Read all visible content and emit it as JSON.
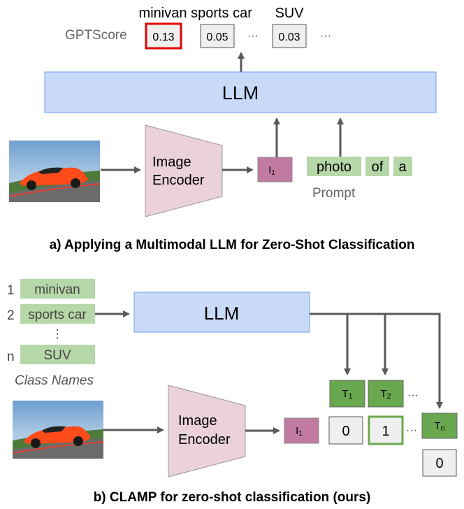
{
  "panel_a": {
    "score_label": "GPTScore",
    "class_labels": [
      "minivan",
      "sports car",
      "SUV"
    ],
    "scores": [
      "0.13",
      "0.05",
      "0.03"
    ],
    "ellipsis": "···",
    "llm_label": "LLM",
    "encoder_line1": "Image",
    "encoder_line2": "Encoder",
    "token_label": "I",
    "token_sub": "1",
    "prompt_words": [
      "photo",
      "of",
      "a"
    ],
    "prompt_label": "Prompt",
    "caption": "a) Applying a Multimodal LLM for Zero-Shot Classification"
  },
  "panel_b": {
    "class_indices": [
      "1",
      "2",
      "n"
    ],
    "class_names": [
      "minivan",
      "sports car",
      "SUV"
    ],
    "vertical_ellipsis": "⋮",
    "class_names_label": "Class Names",
    "llm_label": "LLM",
    "encoder_line1": "Image",
    "encoder_line2": "Encoder",
    "token_label": "I",
    "token_sub": "1",
    "text_tokens": [
      {
        "label": "T",
        "sub": "1"
      },
      {
        "label": "T",
        "sub": "2"
      },
      {
        "label": "T",
        "sub": "n"
      }
    ],
    "ellipsis": "···",
    "outputs": [
      "0",
      "1",
      "0"
    ],
    "caption": "b) CLAMP for zero-shot classification (ours)"
  },
  "colors": {
    "llm_fill": "#c9daf8",
    "encoder_fill": "#ead1dc",
    "image_token_fill": "#c27ba0",
    "prompt_fill": "#b6d7a8",
    "text_token_fill": "#6aa84f",
    "highlight_red": "#e00000",
    "highlight_green": "#6aa84f",
    "score_box_fill": "#efefef",
    "arrow": "#595959"
  }
}
